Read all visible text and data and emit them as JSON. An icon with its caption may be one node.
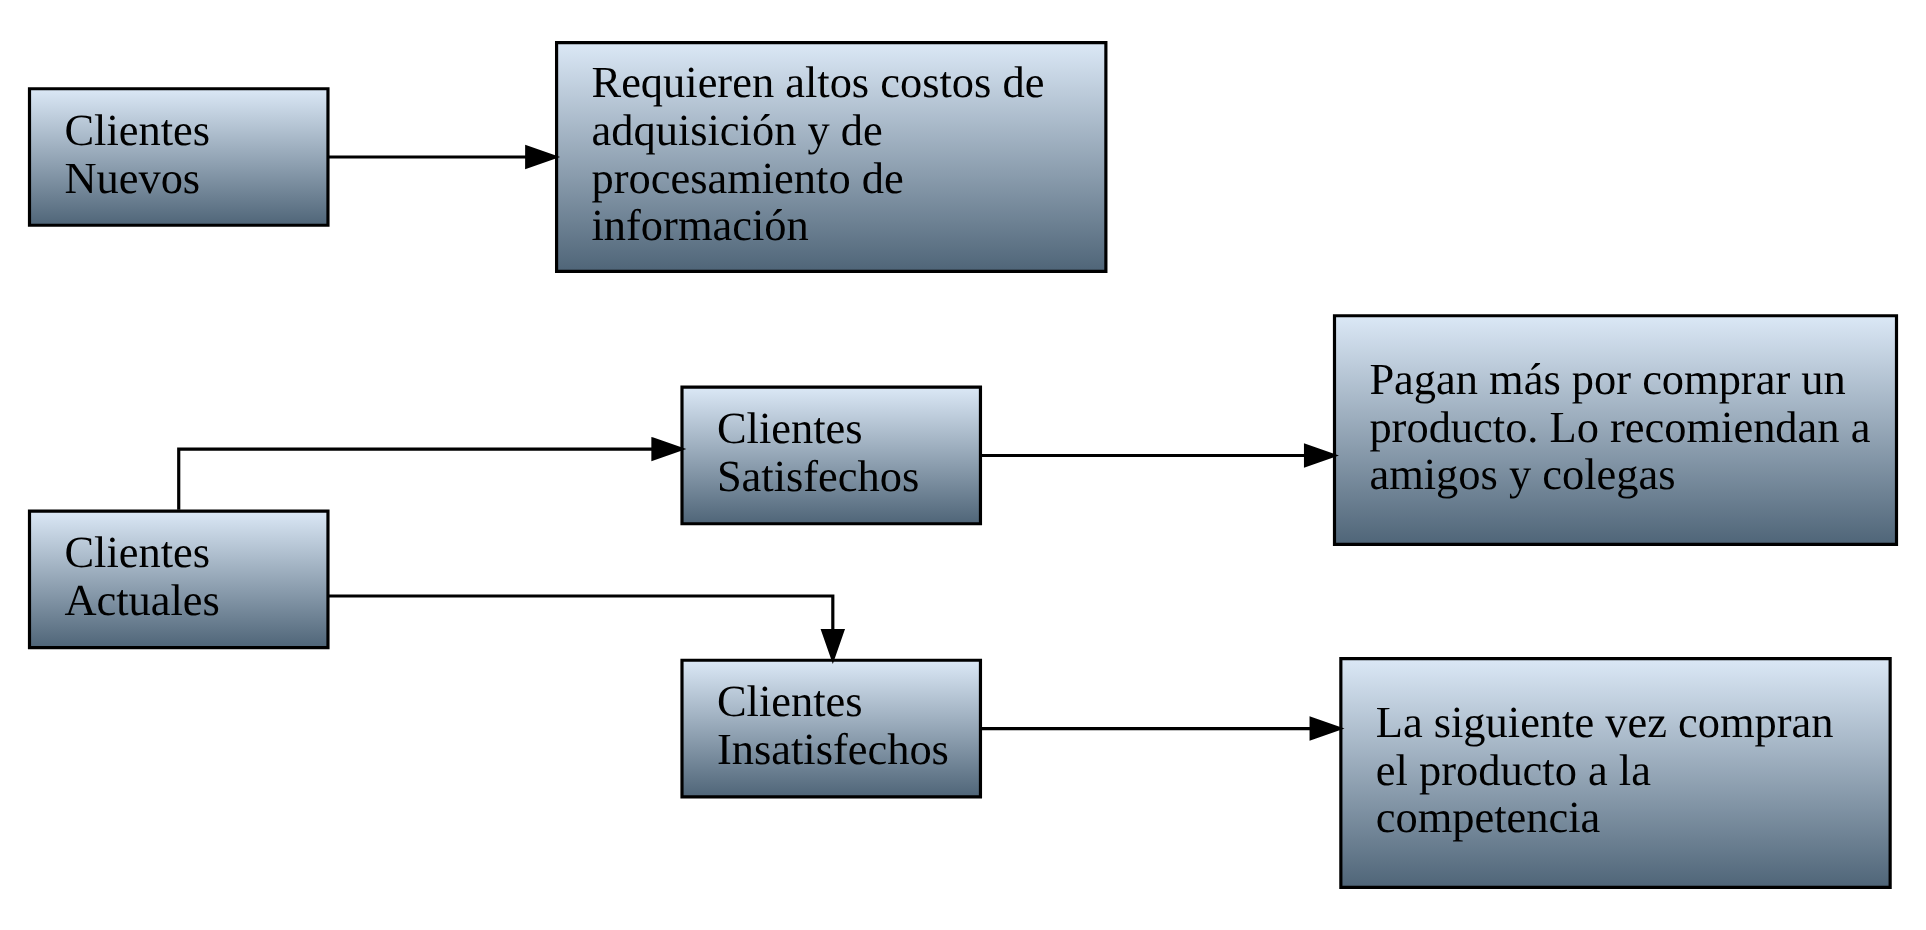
{
  "diagram": {
    "nodes": [
      {
        "text": [
          "Clientes Actuales"
        ]
      },
      {
        "text": [
          "Clientes Satisfechos"
        ]
      },
      {
        "text": [
          "Clientes Insatisfechos"
        ]
      },
      {
        "text": [
          "Pagan más por comprar un producto. Lo recomiendan a amigos y colegas"
        ]
      },
      {
        "text": [
          "La siguiente vez compran el producto a la competencia"
        ]
      },
      {
        "text": [
          "Clientes Nuevos"
        ]
      },
      {
        "text": [
          "Requieren altos costos de adquisición y de procesamiento de información"
        ]
      }
    ],
    "edges": [
      {
        "from": 0,
        "to": 1,
        "arrow": "to"
      },
      {
        "from": 0,
        "to": 2,
        "arrow": "to"
      },
      {
        "from": 1,
        "to": 3,
        "arrow": "to"
      },
      {
        "from": 2,
        "to": 4,
        "arrow": "to"
      },
      {
        "from": 5,
        "to": 6,
        "arrow": "to"
      }
    ]
  }
}
